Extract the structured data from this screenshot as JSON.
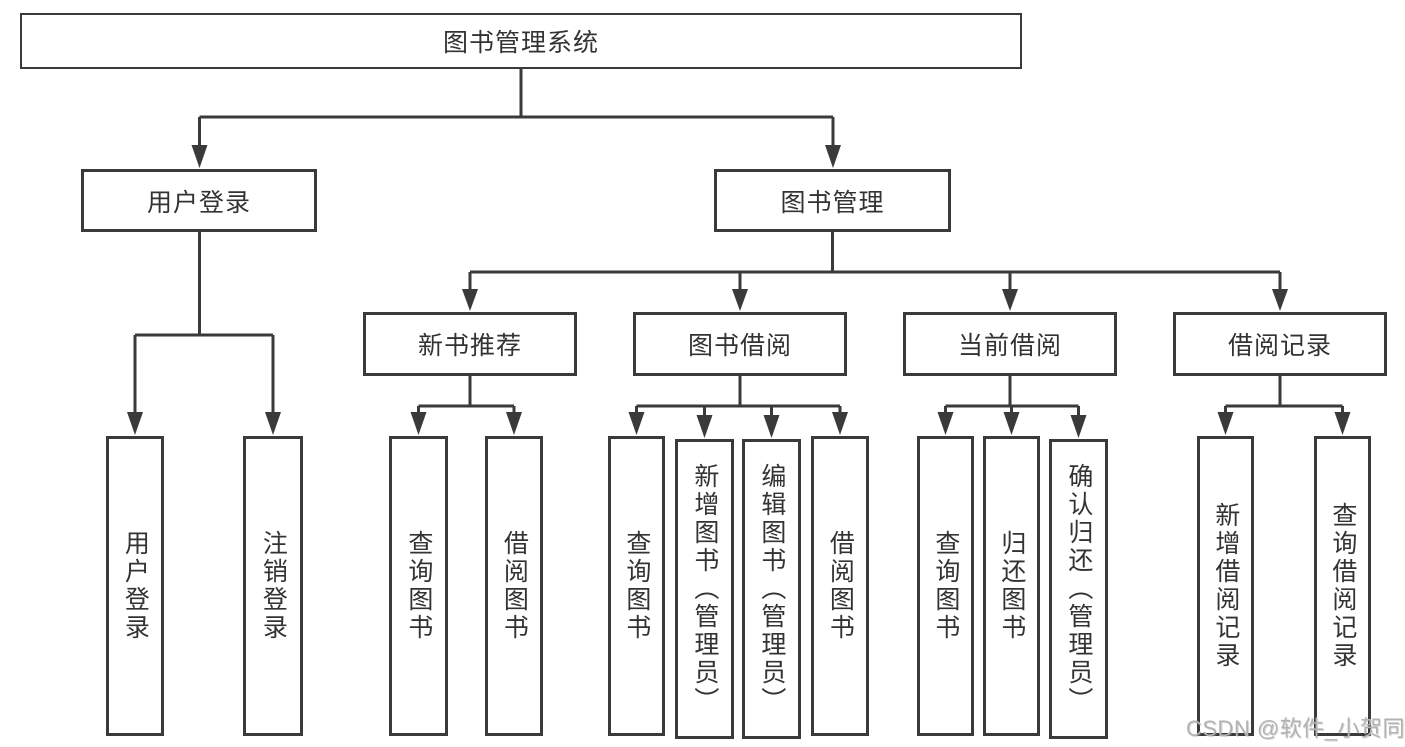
{
  "diagram": {
    "root": {
      "id": "library-management-system",
      "label": "图书管理系统"
    },
    "level2": [
      {
        "id": "user-login",
        "label": "用户登录"
      },
      {
        "id": "book-management",
        "label": "图书管理"
      }
    ],
    "level3": [
      {
        "id": "new-book-recommendation",
        "parent": "图书管理",
        "label": "新书推荐"
      },
      {
        "id": "book-borrowing",
        "parent": "图书管理",
        "label": "图书借阅"
      },
      {
        "id": "current-borrowing",
        "parent": "图书管理",
        "label": "当前借阅"
      },
      {
        "id": "borrowing-records",
        "parent": "图书管理",
        "label": "借阅记录"
      }
    ],
    "leaves": [
      {
        "id": "user-login-leaf",
        "parent": "用户登录",
        "label": "用户登录"
      },
      {
        "id": "logout",
        "parent": "用户登录",
        "label": "注销登录"
      },
      {
        "id": "query-books-recommend",
        "parent": "新书推荐",
        "label": "查询图书"
      },
      {
        "id": "borrow-books-recommend",
        "parent": "新书推荐",
        "label": "借阅图书"
      },
      {
        "id": "query-books-borrow",
        "parent": "图书借阅",
        "label": "查询图书"
      },
      {
        "id": "add-books-admin",
        "parent": "图书借阅",
        "label": "新增图书（管理员）"
      },
      {
        "id": "edit-books-admin",
        "parent": "图书借阅",
        "label": "编辑图书（管理员）"
      },
      {
        "id": "borrow-books",
        "parent": "图书借阅",
        "label": "借阅图书"
      },
      {
        "id": "query-books-current",
        "parent": "当前借阅",
        "label": "查询图书"
      },
      {
        "id": "return-books",
        "parent": "当前借阅",
        "label": "归还图书"
      },
      {
        "id": "confirm-return-admin",
        "parent": "当前借阅",
        "label": "确认归还（管理员）"
      },
      {
        "id": "add-borrow-record",
        "parent": "借阅记录",
        "label": "新增借阅记录"
      },
      {
        "id": "query-borrow-record",
        "parent": "借阅记录",
        "label": "查询借阅记录"
      }
    ]
  },
  "watermark": {
    "text": "CSDN @软件_小贺同学"
  },
  "colors": {
    "line": "#3a3a3a",
    "text": "#333333",
    "background": "#ffffff",
    "watermark": "#b2b2b2"
  }
}
